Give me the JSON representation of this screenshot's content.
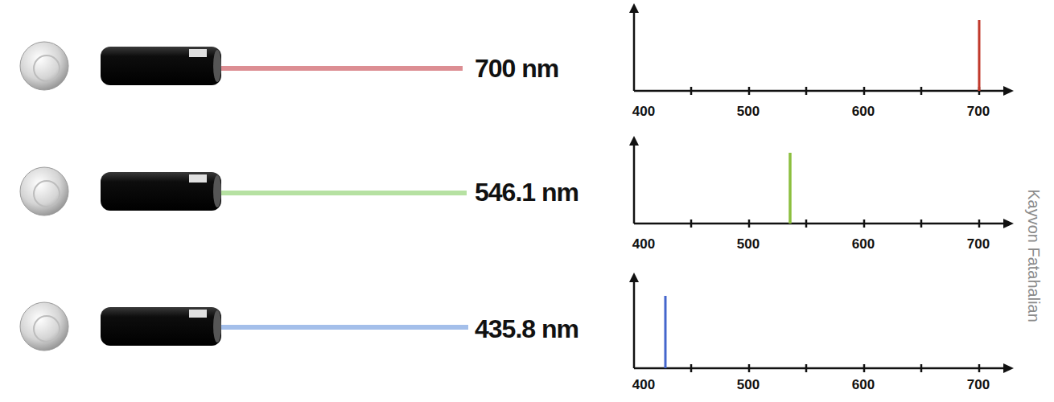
{
  "diagram": {
    "labels": [
      "700 nm",
      "400",
      "500",
      "600",
      "700",
      "546.1 nm",
      "400",
      "500",
      "600",
      "700",
      "435.8 nm",
      "400",
      "500",
      "600",
      "700",
      "Kayvon Fatahalian"
    ]
  }
}
